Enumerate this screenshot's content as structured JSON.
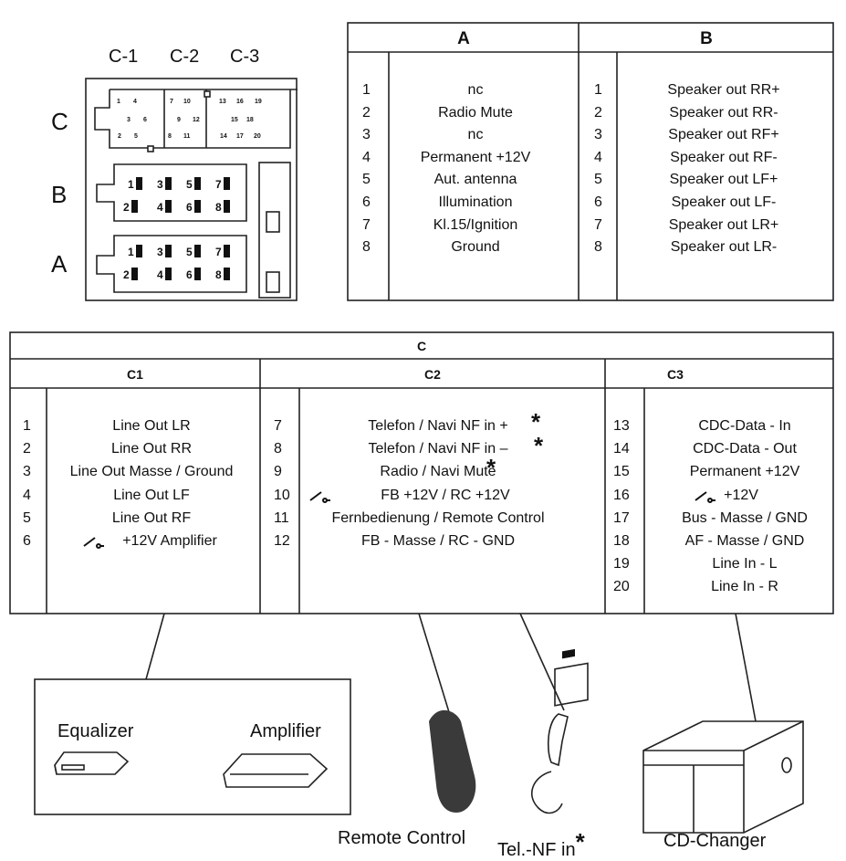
{
  "connector": {
    "col_labels": [
      "C-1",
      "C-2",
      "C-3"
    ],
    "row_labels": [
      "C",
      "B",
      "A"
    ],
    "c_pins_top": [
      "1",
      "4",
      "7",
      "10",
      "13",
      "16",
      "19"
    ],
    "c_pins_mid": [
      "3",
      "6",
      "9",
      "12",
      "15",
      "18"
    ],
    "c_pins_bot": [
      "2",
      "5",
      "8",
      "11",
      "14",
      "17",
      "20"
    ],
    "b_pins": [
      "1",
      "3",
      "5",
      "7",
      "2",
      "4",
      "6",
      "8"
    ],
    "a_pins": [
      "1",
      "3",
      "5",
      "7",
      "2",
      "4",
      "6",
      "8"
    ]
  },
  "table_ab": {
    "header_a": "A",
    "header_b": "B",
    "a_rows": [
      {
        "num": "1",
        "label": "nc"
      },
      {
        "num": "2",
        "label": "Radio Mute"
      },
      {
        "num": "3",
        "label": "nc"
      },
      {
        "num": "4",
        "label": "Permanent +12V"
      },
      {
        "num": "5",
        "label": "Aut. antenna"
      },
      {
        "num": "6",
        "label": "Illumination"
      },
      {
        "num": "7",
        "label": "Kl.15/Ignition"
      },
      {
        "num": "8",
        "label": "Ground"
      }
    ],
    "b_rows": [
      {
        "num": "1",
        "label": "Speaker out RR+"
      },
      {
        "num": "2",
        "label": "Speaker out RR-"
      },
      {
        "num": "3",
        "label": "Speaker out RF+"
      },
      {
        "num": "4",
        "label": "Speaker out RF-"
      },
      {
        "num": "5",
        "label": "Speaker out LF+"
      },
      {
        "num": "6",
        "label": "Speaker out LF-"
      },
      {
        "num": "7",
        "label": "Speaker out LR+"
      },
      {
        "num": "8",
        "label": "Speaker out LR-"
      }
    ]
  },
  "table_c": {
    "title": "C",
    "header_c1": "C1",
    "header_c2": "C2",
    "header_c3": "C3",
    "c1_rows": [
      {
        "num": "1",
        "label": "Line Out LR"
      },
      {
        "num": "2",
        "label": "Line Out RR"
      },
      {
        "num": "3",
        "label": "Line Out Masse / Ground"
      },
      {
        "num": "4",
        "label": "Line Out LF"
      },
      {
        "num": "5",
        "label": "Line Out RF"
      },
      {
        "num": "6",
        "label": "+12V Amplifier"
      }
    ],
    "c2_rows": [
      {
        "num": "7",
        "label": "Telefon / Navi NF  in +"
      },
      {
        "num": "8",
        "label": "Telefon / Navi NF  in –"
      },
      {
        "num": "9",
        "label": "Radio / Navi Mute"
      },
      {
        "num": "10",
        "label": "FB +12V  / RC +12V"
      },
      {
        "num": "11",
        "label": "Fernbedienung / Remote Control"
      },
      {
        "num": "12",
        "label": "FB - Masse / RC - GND"
      }
    ],
    "c3_rows": [
      {
        "num": "13",
        "label": "CDC-Data - In"
      },
      {
        "num": "14",
        "label": "CDC-Data - Out"
      },
      {
        "num": "15",
        "label": "Permanent +12V"
      },
      {
        "num": "16",
        "label": "+12V"
      },
      {
        "num": "17",
        "label": "Bus - Masse / GND"
      },
      {
        "num": "18",
        "label": "AF  - Masse / GND"
      },
      {
        "num": "19",
        "label": "Line In - L"
      },
      {
        "num": "20",
        "label": "Line In - R"
      }
    ]
  },
  "devices": {
    "equalizer": "Equalizer",
    "amplifier": "Amplifier",
    "remote": "Remote Control",
    "tel": "Tel.-NF in",
    "cd": "CD-Changer",
    "star": "*"
  }
}
